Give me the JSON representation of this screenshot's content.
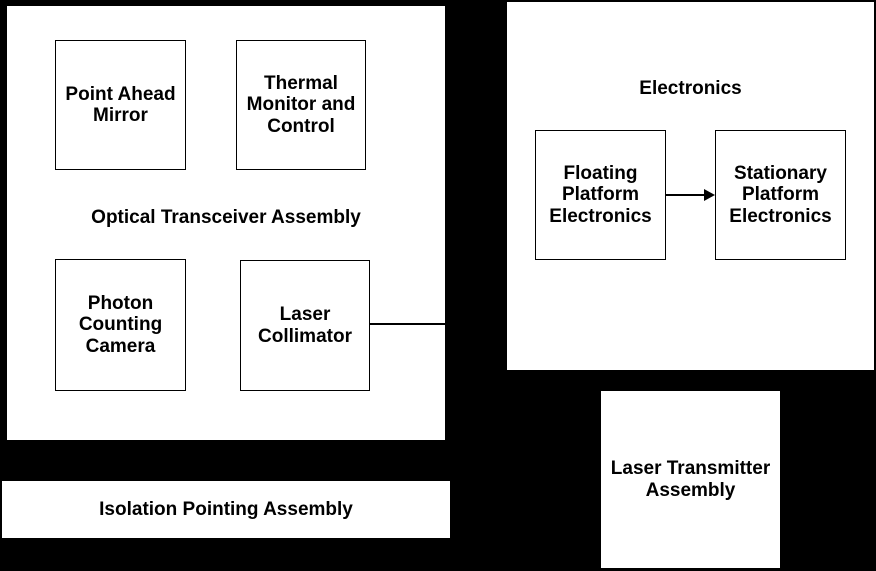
{
  "diagram": {
    "colors": {
      "background": "#000000",
      "panel_fill": "#ffffff",
      "border": "#000000",
      "text": "#000000"
    },
    "optical_transceiver_panel": {
      "label": "Optical Transceiver Assembly",
      "boxes": {
        "point_ahead_mirror": "Point Ahead\nMirror",
        "thermal_monitor_control": "Thermal\nMonitor and\nControl",
        "photon_counting_camera": "Photon\nCounting\nCamera",
        "laser_collimator": "Laser\nCollimator"
      }
    },
    "electronics_panel": {
      "label": "Electronics",
      "boxes": {
        "floating_platform_electronics": "Floating\nPlatform\nElectronics",
        "stationary_platform_electronics": "Stationary\nPlatform\nElectronics"
      }
    },
    "laser_transmitter_box": {
      "label": "Laser Transmitter\nAssembly"
    },
    "isolation_pointing_bar": {
      "label": "Isolation Pointing Assembly"
    },
    "connections": [
      {
        "from": "Floating Platform Electronics",
        "to": "Stationary Platform Electronics",
        "type": "arrow"
      },
      {
        "from": "Laser Collimator",
        "to": "right edge of Optical Transceiver Assembly panel",
        "type": "line"
      }
    ]
  }
}
